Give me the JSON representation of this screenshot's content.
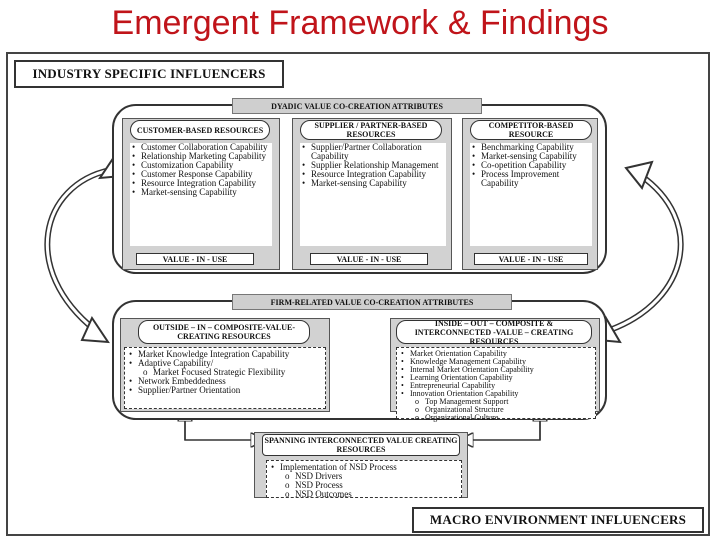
{
  "title": "Emergent Framework & Findings",
  "industry_label": "INDUSTRY SPECIFIC INFLUENCERS",
  "macro_label": "MACRO ENVIRONMENT INFLUENCERS",
  "dyadic": {
    "header": "DYADIC VALUE CO-CREATION ATTRIBUTES",
    "columns": [
      {
        "header": "CUSTOMER-BASED RESOURCES",
        "items": [
          "Customer Collaboration Capability",
          "Relationship Marketing Capability",
          "Customization Capability",
          "Customer Response Capability",
          "Resource Integration Capability",
          "Market-sensing Capability"
        ],
        "footer": "VALUE - IN - USE"
      },
      {
        "header": "SUPPLIER / PARTNER-BASED RESOURCES",
        "items": [
          "Supplier/Partner Collaboration Capability",
          "Supplier Relationship Management",
          "Resource Integration Capability",
          "Market-sensing Capability"
        ],
        "footer": "VALUE - IN - USE"
      },
      {
        "header": "COMPETITOR-BASED RESOURCE",
        "items": [
          "Benchmarking Capability",
          "Market-sensing Capability",
          "Co-opetition Capability",
          "Process Improvement Capability"
        ],
        "footer": "VALUE - IN - USE"
      }
    ]
  },
  "firm": {
    "header": "FIRM-RELATED VALUE CO-CREATION ATTRIBUTES",
    "left": {
      "header": "OUTSIDE – IN – COMPOSITE-VALUE-CREATING RESOURCES",
      "items": [
        {
          "text": "Market Knowledge Integration Capability",
          "level": 1
        },
        {
          "text": "Adaptive Capability/",
          "level": 1
        },
        {
          "text": "Market Focused Strategic Flexibility",
          "level": 2
        },
        {
          "text": "Network Embeddedness",
          "level": 1
        },
        {
          "text": "Supplier/Partner Orientation",
          "level": 1
        }
      ]
    },
    "right": {
      "header": "INSIDE – OUT – COMPOSITE & INTERCONNECTED -VALUE – CREATING RESOURCES",
      "items": [
        {
          "text": "Market Orientation Capability",
          "level": 1
        },
        {
          "text": "Knowledge Management Capability",
          "level": 1
        },
        {
          "text": "Internal Market Orientation Capability",
          "level": 1
        },
        {
          "text": "Learning Orientation Capability",
          "level": 1
        },
        {
          "text": "Entrepreneurial Capability",
          "level": 1
        },
        {
          "text": "Innovation Orientation Capability",
          "level": 1
        },
        {
          "text": "Top Management Support",
          "level": 2
        },
        {
          "text": "Organizational Structure",
          "level": 2
        },
        {
          "text": "Organizational Culture",
          "level": 2
        }
      ]
    },
    "spanning": {
      "header": "SPANNING INTERCONNECTED VALUE CREATING RESOURCES",
      "items": [
        {
          "text": "Implementation of NSD Process",
          "level": 1
        },
        {
          "text": "NSD Drivers",
          "level": 2
        },
        {
          "text": "NSD Process",
          "level": 2
        },
        {
          "text": "NSD Outcomes",
          "level": 2
        }
      ]
    }
  }
}
